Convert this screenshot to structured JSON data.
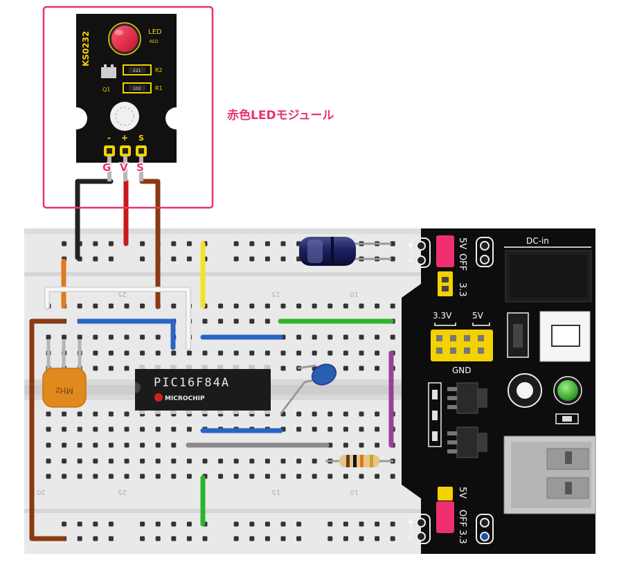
{
  "module": {
    "model": "KS0232",
    "led_label": "LED",
    "led_color_label": "RED",
    "transistor_label": "Q1",
    "r2_label": "R2",
    "r2_code": "221",
    "r1_label": "R1",
    "r1_code": "102",
    "pin_symbols": [
      "-",
      "+",
      "S"
    ],
    "pin_letters": [
      "G",
      "V",
      "S"
    ],
    "callout": "赤色LEDモジュール",
    "callout_color": "#e8336d",
    "board_color": "#111111",
    "silk_color": "#f2d200"
  },
  "breadboard": {
    "column_numbers_top": [
      "25",
      "15",
      "10"
    ],
    "column_numbers_bottom": [
      "30",
      "25",
      "15",
      "10"
    ]
  },
  "chip": {
    "part": "PIC16F84A",
    "maker": "MICROCHIP"
  },
  "crystal": {
    "label": "MHz"
  },
  "power_module": {
    "dc_label": "DC-in",
    "top_jumper": [
      "5V",
      "OFF",
      "3.3"
    ],
    "bottom_jumper": [
      "5V",
      "OFF",
      "3.3"
    ],
    "header_left": "3.3V",
    "header_right": "5V",
    "gnd": "GND",
    "plus": "+",
    "minus": "-"
  },
  "wire_colors": {
    "black": "#222222",
    "red": "#c81a1a",
    "brown": "#8a3a12",
    "orange": "#e3781c",
    "white": "#f4f4f4",
    "yellow": "#f2e22a",
    "blue": "#2a64c4",
    "green": "#2cb52c",
    "purple": "#9b3f9b",
    "gray": "#8a8a8a"
  }
}
